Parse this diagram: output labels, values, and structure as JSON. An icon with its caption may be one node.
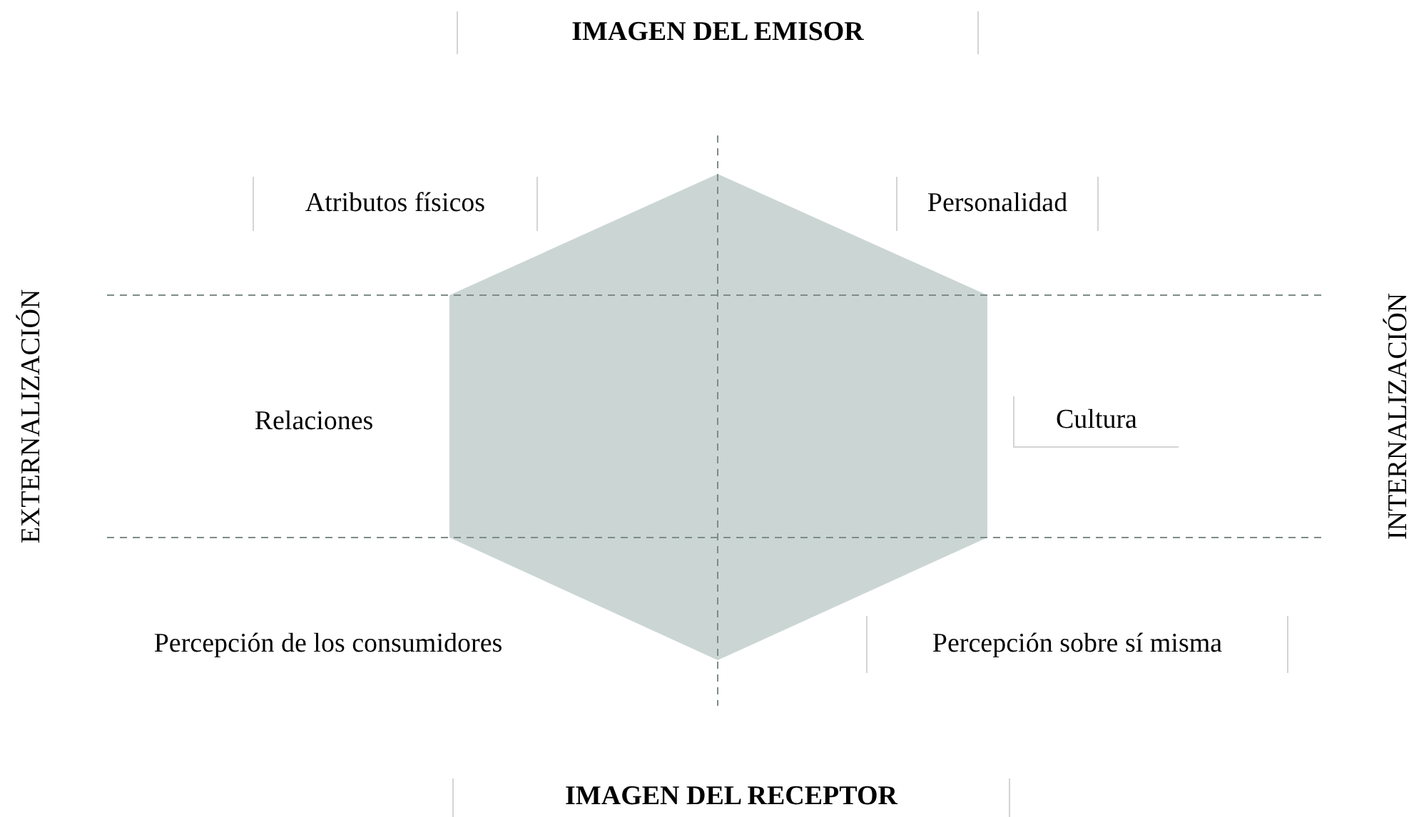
{
  "diagram": {
    "nodes": [
      {
        "text": [],
        "shape": "hexagon"
      }
    ],
    "labels": [
      "IMAGEN DEL EMISOR",
      "Atributos físicos",
      "Personalidad",
      "EXTERNALIZACIÓN",
      "Relaciones",
      "Cultura",
      "INTERNALIZACIÓN",
      "Percepción de los consumidores",
      "Percepción sobre sí misma",
      "IMAGEN DEL RECEPTOR"
    ]
  }
}
